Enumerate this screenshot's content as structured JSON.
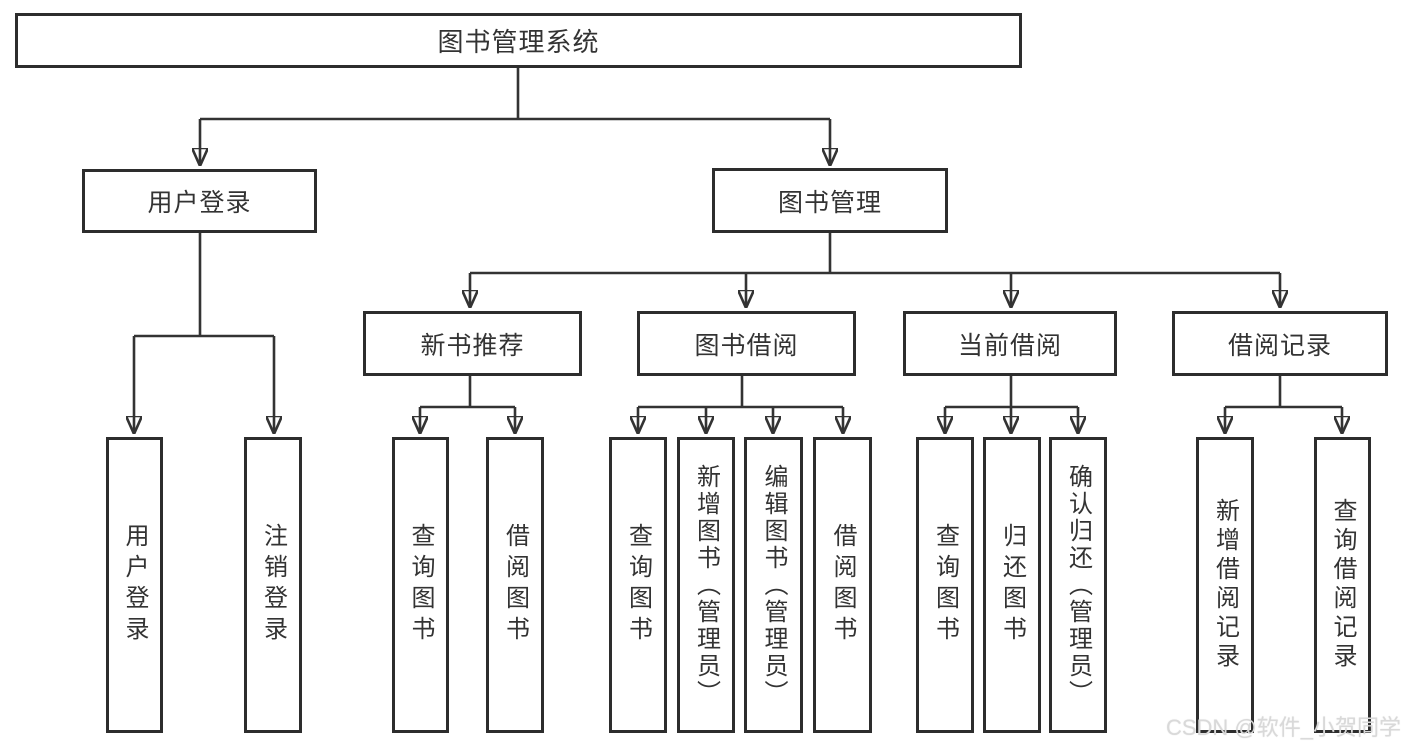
{
  "diagram": {
    "tree": {
      "label": "图书管理系统",
      "children": [
        {
          "label": "用户登录",
          "children": [
            {
              "label": "用户登录"
            },
            {
              "label": "注销登录"
            }
          ]
        },
        {
          "label": "图书管理",
          "children": [
            {
              "label": "新书推荐",
              "children": [
                {
                  "label": "查询图书"
                },
                {
                  "label": "借阅图书"
                }
              ]
            },
            {
              "label": "图书借阅",
              "children": [
                {
                  "label": "查询图书"
                },
                {
                  "label": "新增图书（管理员）"
                },
                {
                  "label": "编辑图书（管理员）"
                },
                {
                  "label": "借阅图书"
                }
              ]
            },
            {
              "label": "当前借阅",
              "children": [
                {
                  "label": "查询图书"
                },
                {
                  "label": "归还图书"
                },
                {
                  "label": "确认归还（管理员）"
                }
              ]
            },
            {
              "label": "借阅记录",
              "children": [
                {
                  "label": "新增借阅记录"
                },
                {
                  "label": "查询借阅记录"
                }
              ]
            }
          ]
        }
      ]
    }
  },
  "watermark": {
    "text": "CSDN @软件_小贺同学"
  },
  "colors": {
    "line": "#333333",
    "box_border": "#2d2d2d",
    "text": "#333333",
    "background": "#ffffff",
    "watermark_text": "#d9d9d9"
  }
}
